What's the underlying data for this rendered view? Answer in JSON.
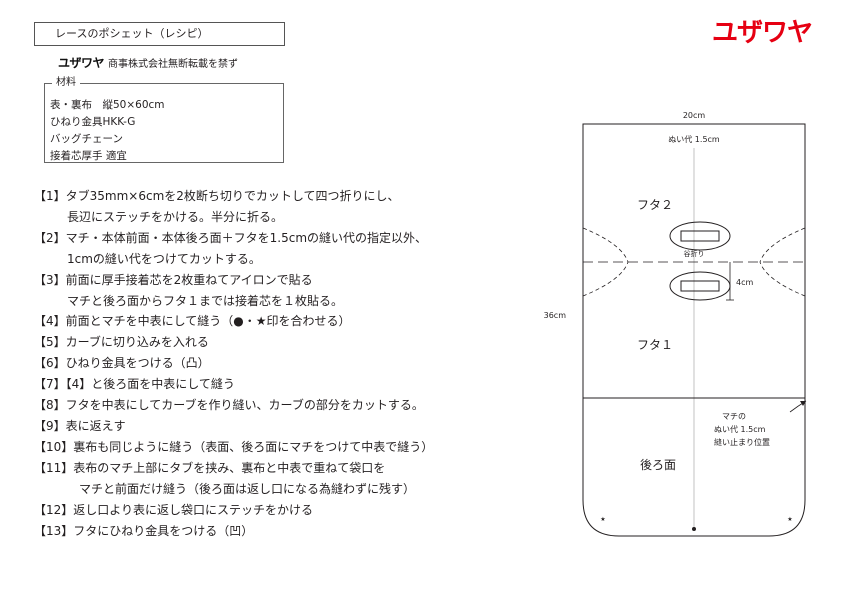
{
  "title": "レースのポシェット（レシピ）",
  "brand": {
    "logo_small": "ユザワヤ",
    "notice": "商事株式会社無断転載を禁ず",
    "logo_large": "ユザワヤ",
    "logo_color": "#e60012"
  },
  "materials": {
    "heading": "材料",
    "items": [
      "表・裏布　縦50×60cm",
      "ひねり金具HKK-G",
      "バッグチェーン",
      "接着芯厚手 適宜"
    ]
  },
  "steps": [
    {
      "line": "【1】タブ35mm×6cmを2枚断ち切りでカットして四つ折りにし、",
      "cont": "長辺にステッチをかける。半分に折る。"
    },
    {
      "line": "【2】マチ・本体前面・本体後ろ面＋フタを1.5cmの縫い代の指定以外、",
      "cont": "1cmの縫い代をつけてカットする。"
    },
    {
      "line": "【3】前面に厚手接着芯を2枚重ねてアイロンで貼る",
      "cont": "マチと後ろ面からフタ１までは接着芯を１枚貼る。"
    },
    {
      "line": "【4】前面とマチを中表にして縫う（●・★印を合わせる）",
      "cont": ""
    },
    {
      "line": "【5】カーブに切り込みを入れる",
      "cont": ""
    },
    {
      "line": "【6】ひねり金具をつける（凸）",
      "cont": ""
    },
    {
      "line": "【7】【4】と後ろ面を中表にして縫う",
      "cont": ""
    },
    {
      "line": "【8】フタを中表にしてカーブを作り縫い、カーブの部分をカットする。",
      "cont": ""
    },
    {
      "line": "【9】表に返えす",
      "cont": ""
    },
    {
      "line": "【10】裏布も同じように縫う（表面、後ろ面にマチをつけて中表で縫う）",
      "cont": ""
    },
    {
      "line": "【11】表布のマチ上部にタブを挟み、裏布と中表で重ねて袋口を",
      "cont": "マチと前面だけ縫う（後ろ面は返し口になる為縫わずに残す）"
    },
    {
      "line": "【12】返し口より表に返し袋口にステッチをかける",
      "cont": ""
    },
    {
      "line": "【13】フタにひねり金具をつける（凹）",
      "cont": ""
    }
  ],
  "pattern": {
    "width_label": "20cm",
    "seam_top": "ぬい代 1.5cm",
    "height_label": "36cm",
    "flap2": "フタ２",
    "fold": "谷折り",
    "clasp_gap": "4cm",
    "flap1": "フタ１",
    "gusset_note": [
      "マチの",
      "ぬい代 1.5cm",
      "縫い止まり位置"
    ],
    "back": "後ろ面",
    "star": "★"
  }
}
